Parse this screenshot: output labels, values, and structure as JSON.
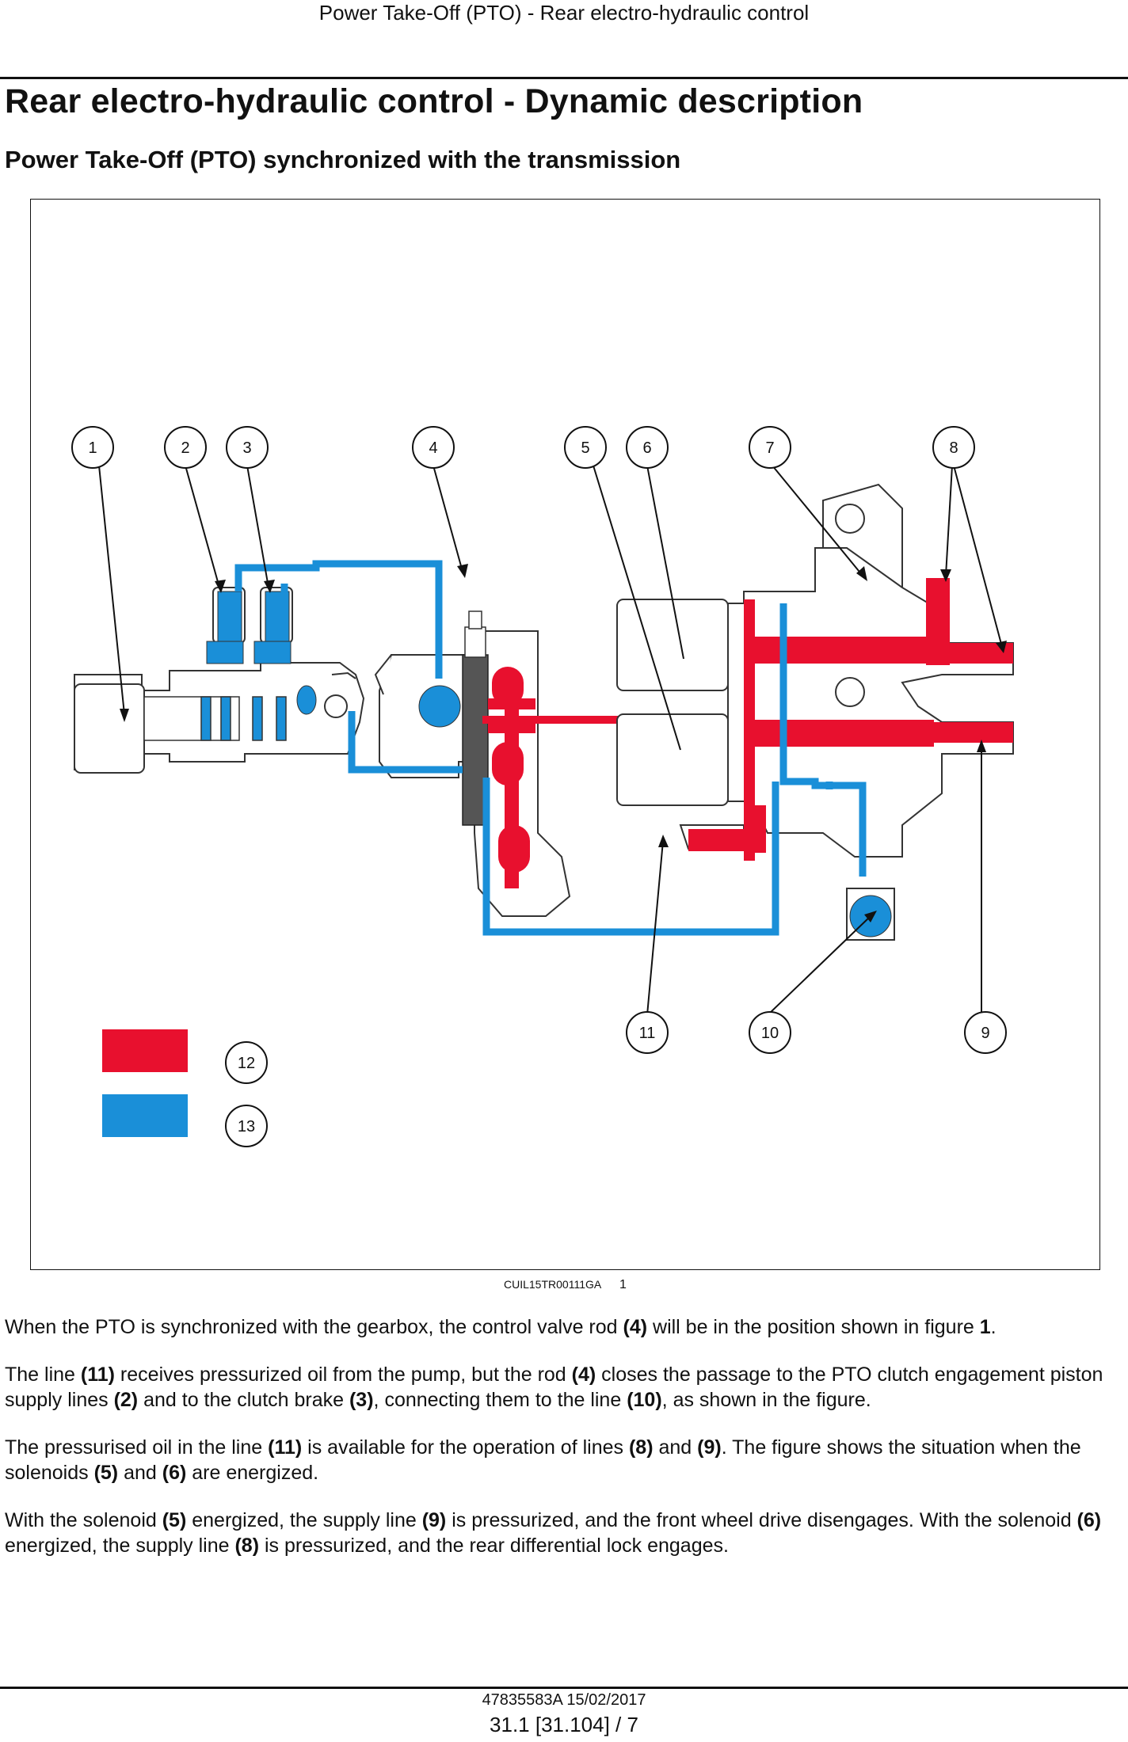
{
  "header": {
    "running_title": "Power Take-Off (PTO) - Rear electro-hydraulic control"
  },
  "title": "Rear electro-hydraulic control - Dynamic description",
  "subtitle": "Power Take-Off (PTO) synchronized with the transmission",
  "figure": {
    "code": "CUIL15TR00111GA",
    "number": "1",
    "callouts": [
      "1",
      "2",
      "3",
      "4",
      "5",
      "6",
      "7",
      "8",
      "9",
      "10",
      "11",
      "12",
      "13"
    ],
    "legend": [
      {
        "label": "12",
        "color": "#e8102e"
      },
      {
        "label": "13",
        "color": "#1a8fd8"
      }
    ],
    "colors": {
      "pressure": "#e8102e",
      "return": "#1a8fd8",
      "rod": "#555555"
    }
  },
  "paragraphs": [
    [
      {
        "t": "When the PTO is synchronized with the gearbox, the control valve rod "
      },
      {
        "t": "(4)",
        "b": true
      },
      {
        "t": " will be in the position shown in figure "
      },
      {
        "t": "1",
        "b": true
      },
      {
        "t": "."
      }
    ],
    [
      {
        "t": "The line "
      },
      {
        "t": "(11)",
        "b": true
      },
      {
        "t": " receives pressurized oil from the pump, but the rod "
      },
      {
        "t": "(4)",
        "b": true
      },
      {
        "t": " closes the passage to the PTO clutch engagement piston supply lines "
      },
      {
        "t": "(2)",
        "b": true
      },
      {
        "t": " and to the clutch brake "
      },
      {
        "t": "(3)",
        "b": true
      },
      {
        "t": ", connecting them to the line "
      },
      {
        "t": "(10)",
        "b": true
      },
      {
        "t": ", as shown in the figure."
      }
    ],
    [
      {
        "t": "The pressurised oil in the line "
      },
      {
        "t": "(11)",
        "b": true
      },
      {
        "t": " is available for the operation of lines "
      },
      {
        "t": "(8)",
        "b": true
      },
      {
        "t": " and "
      },
      {
        "t": "(9)",
        "b": true
      },
      {
        "t": ".  The figure shows the situation when the solenoids "
      },
      {
        "t": "(5)",
        "b": true
      },
      {
        "t": " and "
      },
      {
        "t": "(6)",
        "b": true
      },
      {
        "t": " are energized."
      }
    ],
    [
      {
        "t": "With the solenoid "
      },
      {
        "t": "(5)",
        "b": true
      },
      {
        "t": " energized, the supply line "
      },
      {
        "t": "(9)",
        "b": true
      },
      {
        "t": " is pressurized, and the front wheel drive disengages.  With the solenoid "
      },
      {
        "t": "(6)",
        "b": true
      },
      {
        "t": " energized, the supply line "
      },
      {
        "t": "(8)",
        "b": true
      },
      {
        "t": " is pressurized, and the rear differential lock engages."
      }
    ]
  ],
  "footer": {
    "doc_ref": "47835583A 15/02/2017",
    "page_ref": "31.1 [31.104] / 7"
  }
}
